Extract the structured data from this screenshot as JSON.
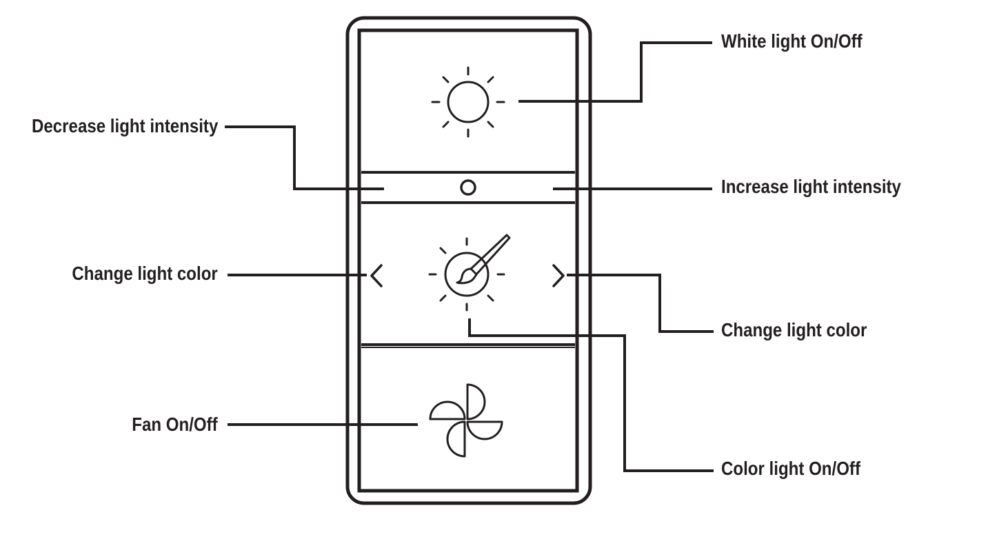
{
  "colors": {
    "ink": "#231f20",
    "background": "#ffffff"
  },
  "icons": {
    "white_light": "sun-icon",
    "intensity_indicator": "circle-indicator-icon",
    "color_light": "sun-with-paintbrush-icon",
    "color_prev": "chevron-left-icon",
    "color_next": "chevron-right-icon",
    "fan": "fan-icon"
  },
  "labels": {
    "white_light": "White light On/Off",
    "decrease_intensity": "Decrease light intensity",
    "increase_intensity": "Increase light intensity",
    "change_color_left": "Change light color",
    "change_color_right": "Change light color",
    "color_light": "Color light On/Off",
    "fan": "Fan On/Off"
  }
}
